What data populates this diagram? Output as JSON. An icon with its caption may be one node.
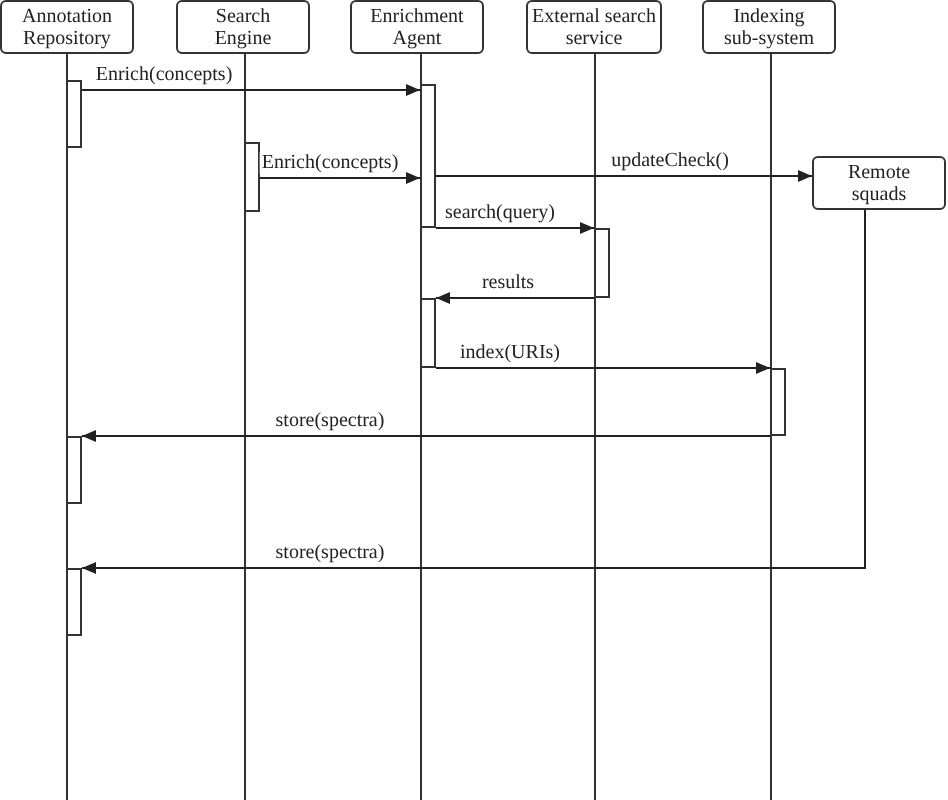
{
  "diagram": {
    "nodes": [
      {
        "text": [
          "Annotation Repository"
        ]
      },
      {
        "text": [
          "Search Engine"
        ]
      },
      {
        "text": [
          "Enrichment Agent"
        ]
      },
      {
        "text": [
          "External search service"
        ]
      },
      {
        "text": [
          "Indexing sub-system"
        ]
      },
      {
        "text": [],
        "shape": "bar"
      },
      {
        "text": [],
        "shape": "bar"
      },
      {
        "text": [],
        "shape": "bar"
      },
      {
        "text": [
          "Remote squads"
        ]
      },
      {
        "text": [],
        "shape": "bar"
      },
      {
        "text": [],
        "shape": "bar"
      },
      {
        "text": [],
        "shape": "bar"
      },
      {
        "text": [],
        "shape": "bar"
      },
      {
        "text": [],
        "shape": "bar"
      }
    ],
    "edges": [
      {
        "from": 5,
        "to": 6,
        "arrow": "to",
        "label": "Enrich(concepts)"
      },
      {
        "from": 7,
        "to": 6,
        "arrow": "to",
        "label": "Enrich(concepts)"
      },
      {
        "from": 6,
        "to": 8,
        "arrow": "to",
        "label": "updateCheck()"
      },
      {
        "from": 6,
        "to": 9,
        "arrow": "to",
        "label": "search(query)"
      },
      {
        "from": 9,
        "to": 10,
        "arrow": "to",
        "label": "results"
      },
      {
        "from": 10,
        "to": 11,
        "arrow": "to",
        "label": "index(URIs)"
      },
      {
        "from": 11,
        "to": 12,
        "arrow": "to",
        "label": "store(spectra)"
      },
      {
        "from": 8,
        "to": 13,
        "arrow": "to",
        "label": "store(spectra)"
      }
    ]
  }
}
